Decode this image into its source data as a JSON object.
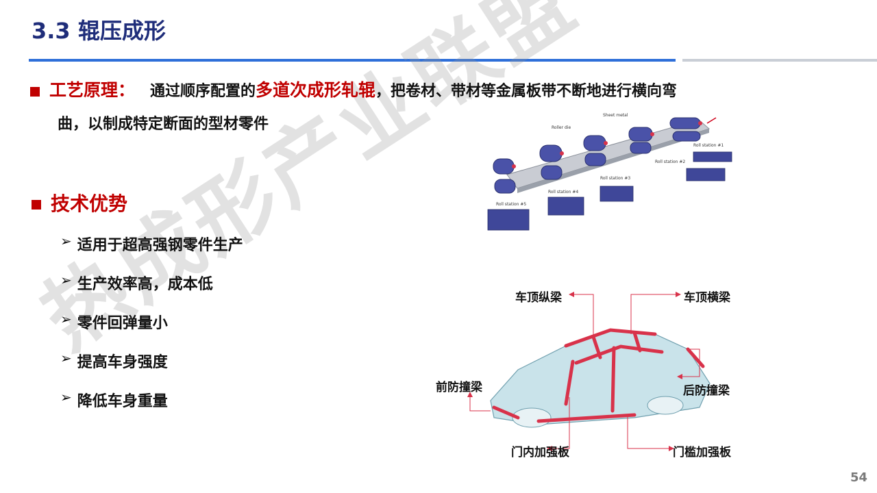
{
  "slide": {
    "title": "3.3 辊压成形",
    "page_number": "54",
    "watermark": "热成形产业联盟"
  },
  "principle": {
    "label": "工艺原理：",
    "text_before": "通过顺序配置的",
    "highlight": "多道次成形轧辊",
    "text_after": "，把卷材、带材等金属板带不断地进行横向弯",
    "text_line2": "曲，以制成特定断面的型材零件"
  },
  "advantages": {
    "heading": "技术优势",
    "items": [
      "适用于超高强钢零件生产",
      "生产效率高，成本低",
      "零件回弹量小",
      "提高车身强度",
      "降低车身重量"
    ]
  },
  "roll_diagram": {
    "labels": {
      "sheet_metal": "Sheet metal",
      "roller_die": "Roller die",
      "station1": "Roll station #1",
      "station2": "Roll station #2",
      "station3": "Roll station #3",
      "station4": "Roll station #4",
      "station5": "Roll station #5"
    }
  },
  "car_diagram": {
    "labels": {
      "roof_side_rail": "车顶纵梁",
      "roof_cross_beam": "车顶横梁",
      "front_bumper_beam": "前防撞梁",
      "rear_bumper_beam": "后防撞梁",
      "door_inner_reinforcement": "门内加强板",
      "sill_reinforcement": "门槛加强板"
    }
  },
  "colors": {
    "title": "#1f2d7a",
    "accent_red": "#c00000",
    "rule_blue": "#2e6fd9",
    "rule_gray": "#c9ced6"
  }
}
